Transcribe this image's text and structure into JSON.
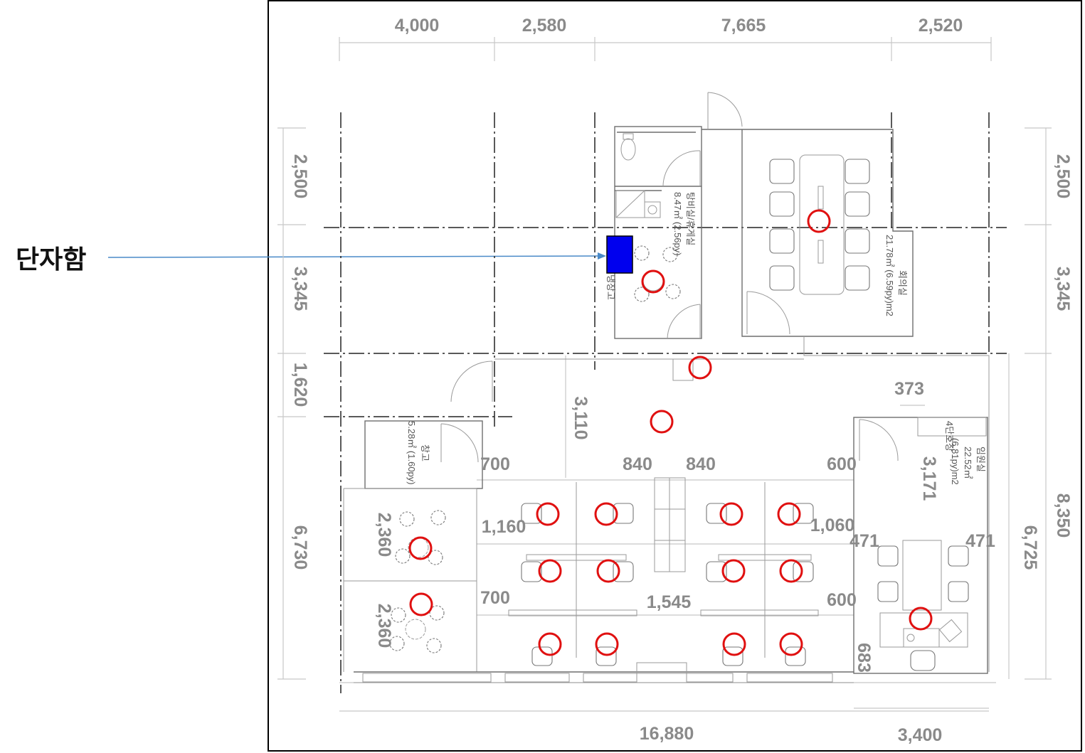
{
  "callout": {
    "label": "단자함"
  },
  "dimensions": {
    "top": [
      "4,000",
      "2,580",
      "7,665",
      "2,520"
    ],
    "left": [
      "2,500",
      "3,345",
      "1,620",
      "6,730"
    ],
    "right": [
      "2,500",
      "3,345",
      "8,350",
      "6,725"
    ],
    "bottom": [
      "16,880",
      "3,400"
    ],
    "interior": [
      "3,110",
      "373",
      "700",
      "840",
      "840",
      "600",
      "1,160",
      "1,060",
      "471",
      "471",
      "700",
      "1,545",
      "600",
      "2,360",
      "2,360",
      "3,171",
      "683"
    ]
  },
  "rooms": {
    "pantry": {
      "name": "탕비실/휴게실",
      "area": "8.47㎡ (2.56py)"
    },
    "meeting": {
      "name": "회의실",
      "area": "21.78㎡ (6.59py)m2"
    },
    "storage": {
      "name": "창고",
      "area": "5.28㎡ (1.60py)"
    },
    "executive": {
      "name": "임원실",
      "area": "22.52㎡",
      "area_py": "(6.81py)m2"
    },
    "cabinet": {
      "name": "4단호장"
    },
    "fridge": {
      "name": "냉장고"
    }
  },
  "colors": {
    "callout_box": "#0000ee",
    "markers": "#e01010",
    "callout_line": "#4a8ac8"
  }
}
